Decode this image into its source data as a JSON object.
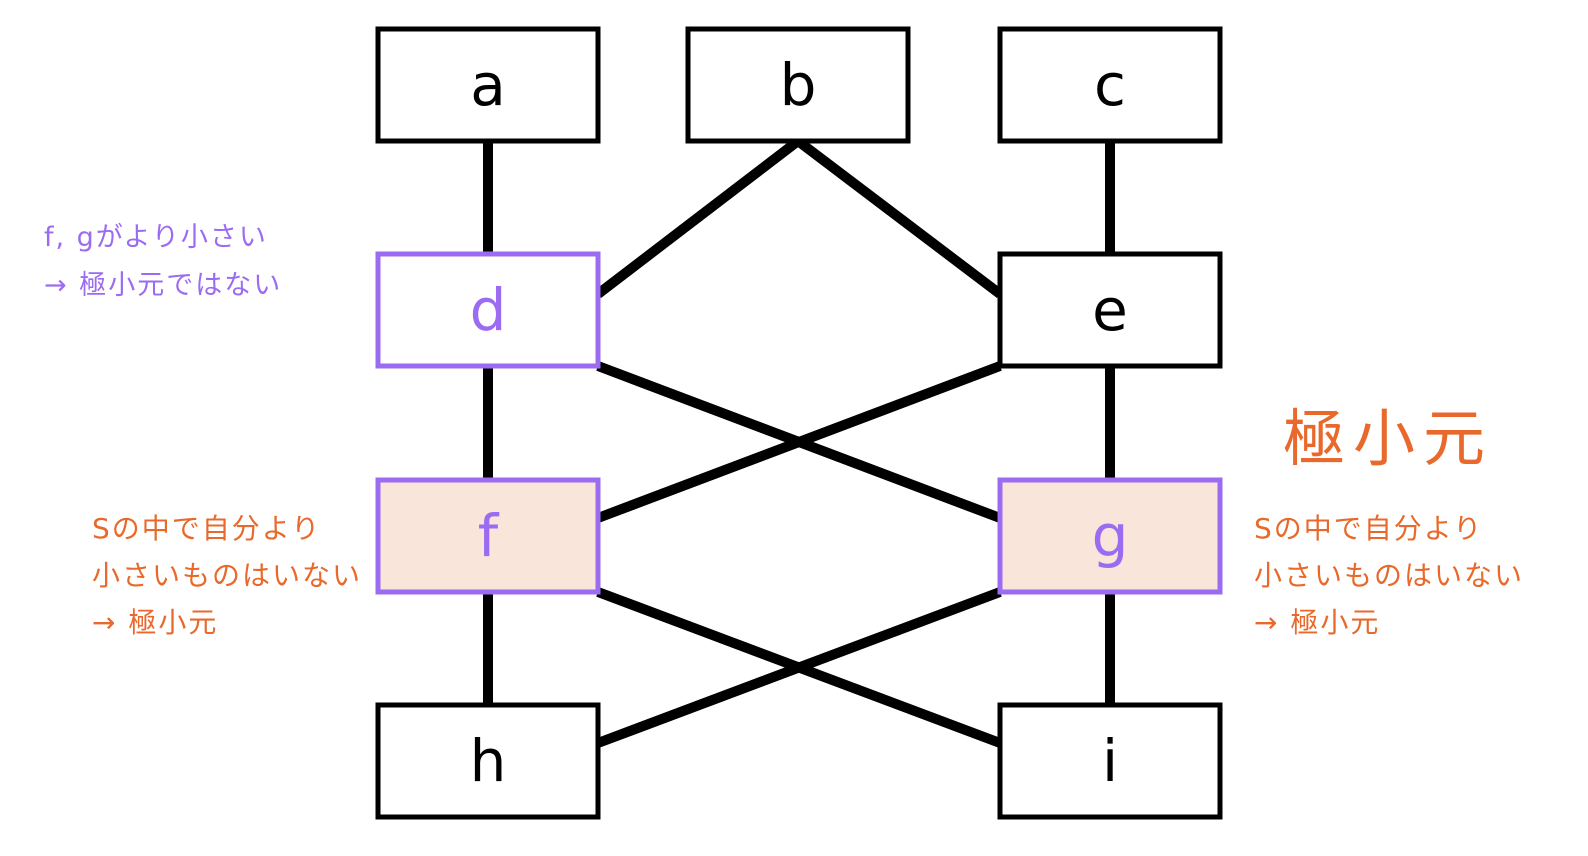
{
  "colors": {
    "line": "#000000",
    "node_fill": "#ffffff",
    "node_border": "#000000",
    "highlight_border": "#9b6cf2",
    "minimal_fill": "#f9e5d9",
    "purple_text": "#9b6cf2",
    "orange_text": "#e8692b"
  },
  "nodes": {
    "a": {
      "label": "a",
      "style": "plain"
    },
    "b": {
      "label": "b",
      "style": "plain"
    },
    "c": {
      "label": "c",
      "style": "plain"
    },
    "d": {
      "label": "d",
      "style": "not-minimal"
    },
    "e": {
      "label": "e",
      "style": "plain"
    },
    "f": {
      "label": "f",
      "style": "minimal"
    },
    "g": {
      "label": "g",
      "style": "minimal"
    },
    "h": {
      "label": "h",
      "style": "plain"
    },
    "i": {
      "label": "i",
      "style": "plain"
    }
  },
  "edges": [
    [
      "a",
      "d"
    ],
    [
      "b",
      "d"
    ],
    [
      "b",
      "e"
    ],
    [
      "c",
      "e"
    ],
    [
      "d",
      "f"
    ],
    [
      "d",
      "g"
    ],
    [
      "e",
      "f"
    ],
    [
      "e",
      "g"
    ],
    [
      "f",
      "h"
    ],
    [
      "f",
      "i"
    ],
    [
      "g",
      "h"
    ],
    [
      "g",
      "i"
    ]
  ],
  "annotations": {
    "d_note": {
      "line1": "f, gがより小さい",
      "line2": "→ 極小元ではない"
    },
    "f_note": {
      "line1": "Sの中で自分より",
      "line2": "小さいものはいない",
      "line3": "→ 極小元"
    },
    "g_note": {
      "line1": "Sの中で自分より",
      "line2": "小さいものはいない",
      "line3": "→ 極小元"
    },
    "heading": "極小元"
  }
}
